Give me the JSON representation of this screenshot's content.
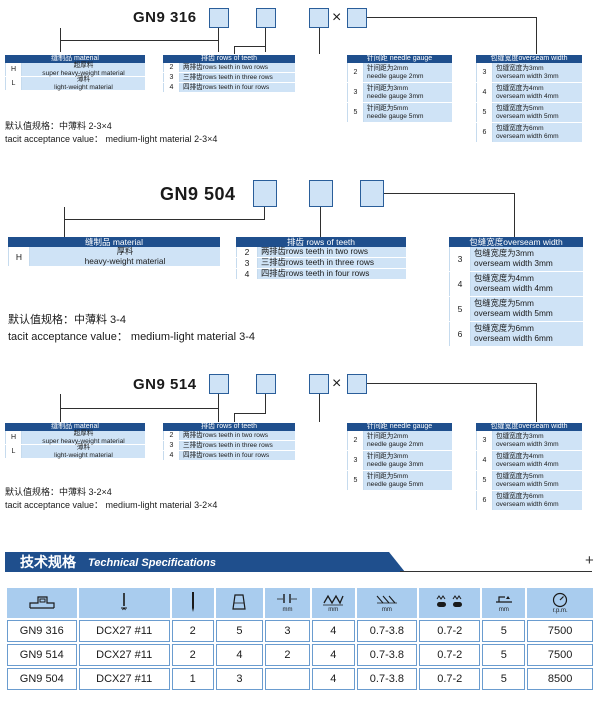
{
  "sections": [
    {
      "model": "GN9 316",
      "material": {
        "header": "缝制品 material",
        "rows": [
          {
            "key": "H",
            "cn": "超厚料",
            "en": "super heavy-weight material"
          },
          {
            "key": "L",
            "cn": "薄料",
            "en": "light-weight material"
          }
        ]
      },
      "rows_of_teeth": {
        "header": "排齿 rows of teeth",
        "rows": [
          {
            "key": "2",
            "cn": "两排齿rows",
            "en": "teeth in two rows"
          },
          {
            "key": "3",
            "cn": "三排齿rows",
            "en": "teeth in three rows"
          },
          {
            "key": "4",
            "cn": "四排齿rows",
            "en": "teeth in four rows"
          }
        ]
      },
      "needle_gauge": {
        "header": "针间距 needle gauge",
        "rows": [
          {
            "key": "2",
            "cn": "针间距为2mm",
            "en": "needle gauge 2mm"
          },
          {
            "key": "3",
            "cn": "针间距为3mm",
            "en": "needle gauge 3mm"
          },
          {
            "key": "5",
            "cn": "针间距为5mm",
            "en": "needle gauge 5mm"
          }
        ]
      },
      "overseam_width": {
        "header": "包缝宽度overseam width",
        "rows": [
          {
            "key": "3",
            "cn": "包缝宽度为3mm",
            "en": "overseam width 3mm"
          },
          {
            "key": "4",
            "cn": "包缝宽度为4mm",
            "en": "overseam width 4mm"
          },
          {
            "key": "5",
            "cn": "包缝宽度为5mm",
            "en": "overseam width 5mm"
          },
          {
            "key": "6",
            "cn": "包缝宽度为6mm",
            "en": "overseam width 6mm"
          }
        ]
      },
      "tacit_cn": "默认值规格：中薄料 2-3×4",
      "tacit_en": "tacit acceptance value： medium-light material 2-3×4"
    },
    {
      "model": "GN9 504",
      "material": {
        "header": "缝制品 material",
        "rows": [
          {
            "key": "H",
            "cn": "厚料",
            "en": "heavy-weight material"
          }
        ]
      },
      "rows_of_teeth": {
        "header": "排齿 rows of teeth",
        "rows": [
          {
            "key": "2",
            "cn": "两排齿rows",
            "en": "teeth in two rows"
          },
          {
            "key": "3",
            "cn": "三排齿rows",
            "en": "teeth in three rows"
          },
          {
            "key": "4",
            "cn": "四排齿rows",
            "en": "teeth in four rows"
          }
        ]
      },
      "overseam_width": {
        "header": "包缝宽度overseam width",
        "rows": [
          {
            "key": "3",
            "cn": "包缝宽度为3mm",
            "en": "overseam width 3mm"
          },
          {
            "key": "4",
            "cn": "包缝宽度为4mm",
            "en": "overseam width 4mm"
          },
          {
            "key": "5",
            "cn": "包缝宽度为5mm",
            "en": "overseam width 5mm"
          },
          {
            "key": "6",
            "cn": "包缝宽度为6mm",
            "en": "overseam width 6mm"
          }
        ]
      },
      "tacit_cn": "默认值规格：中薄料 3-4",
      "tacit_en": "tacit acceptance value： medium-light material 3-4"
    },
    {
      "model": "GN9 514",
      "material": {
        "header": "缝制品 material",
        "rows": [
          {
            "key": "H",
            "cn": "超厚料",
            "en": "super heavy-weight material"
          },
          {
            "key": "L",
            "cn": "薄料",
            "en": "light-weight material"
          }
        ]
      },
      "rows_of_teeth": {
        "header": "排齿 rows of teeth",
        "rows": [
          {
            "key": "2",
            "cn": "两排齿rows",
            "en": "teeth in two rows"
          },
          {
            "key": "3",
            "cn": "三排齿rows",
            "en": "teeth in three rows"
          },
          {
            "key": "4",
            "cn": "四排齿rows",
            "en": "teeth in four rows"
          }
        ]
      },
      "needle_gauge": {
        "header": "针间距 needle gauge",
        "rows": [
          {
            "key": "2",
            "cn": "针间距为2mm",
            "en": "needle gauge 2mm"
          },
          {
            "key": "3",
            "cn": "针间距为3mm",
            "en": "needle gauge 3mm"
          },
          {
            "key": "5",
            "cn": "针间距为5mm",
            "en": "needle gauge 5mm"
          }
        ]
      },
      "overseam_width": {
        "header": "包缝宽度overseam width",
        "rows": [
          {
            "key": "3",
            "cn": "包缝宽度为3mm",
            "en": "overseam width 3mm"
          },
          {
            "key": "4",
            "cn": "包缝宽度为4mm",
            "en": "overseam width 4mm"
          },
          {
            "key": "5",
            "cn": "包缝宽度为5mm",
            "en": "overseam width 5mm"
          },
          {
            "key": "6",
            "cn": "包缝宽度为6mm",
            "en": "overseam width 6mm"
          }
        ]
      },
      "tacit_cn": "默认值规格：中薄料 3-2×4",
      "tacit_en": "tacit acceptance value： medium-light material 3-2×4"
    }
  ],
  "times_symbol": "×",
  "specs": {
    "title_cn": "技术规格",
    "title_en": "Technical Specifications",
    "plus": "+",
    "icons": [
      "machine-bed-icon",
      "needle-type-icon",
      "needle-icon",
      "thread-cone-icon",
      "needle-gauge-icon",
      "overseam-width-icon",
      "stitch-length-icon",
      "differential-feed-icon",
      "presser-lift-icon",
      "speed-gauge-icon"
    ],
    "units": {
      "mm": "mm",
      "rpm": "r.p.m."
    },
    "rows": [
      [
        "GN9 316",
        "DCX27 #11",
        "2",
        "5",
        "3",
        "4",
        "0.7-3.8",
        "0.7-2",
        "5",
        "7500"
      ],
      [
        "GN9 514",
        "DCX27 #11",
        "2",
        "4",
        "2",
        "4",
        "0.7-3.8",
        "0.7-2",
        "5",
        "7500"
      ],
      [
        "GN9 504",
        "DCX27 #11",
        "1",
        "3",
        "",
        "4",
        "0.7-3.8",
        "0.7-2",
        "5",
        "8500"
      ]
    ]
  },
  "colors": {
    "header_blue": "#1f4f8d",
    "cell_blue": "#cfe3f6",
    "table_icon_blue": "#a9ccee"
  }
}
